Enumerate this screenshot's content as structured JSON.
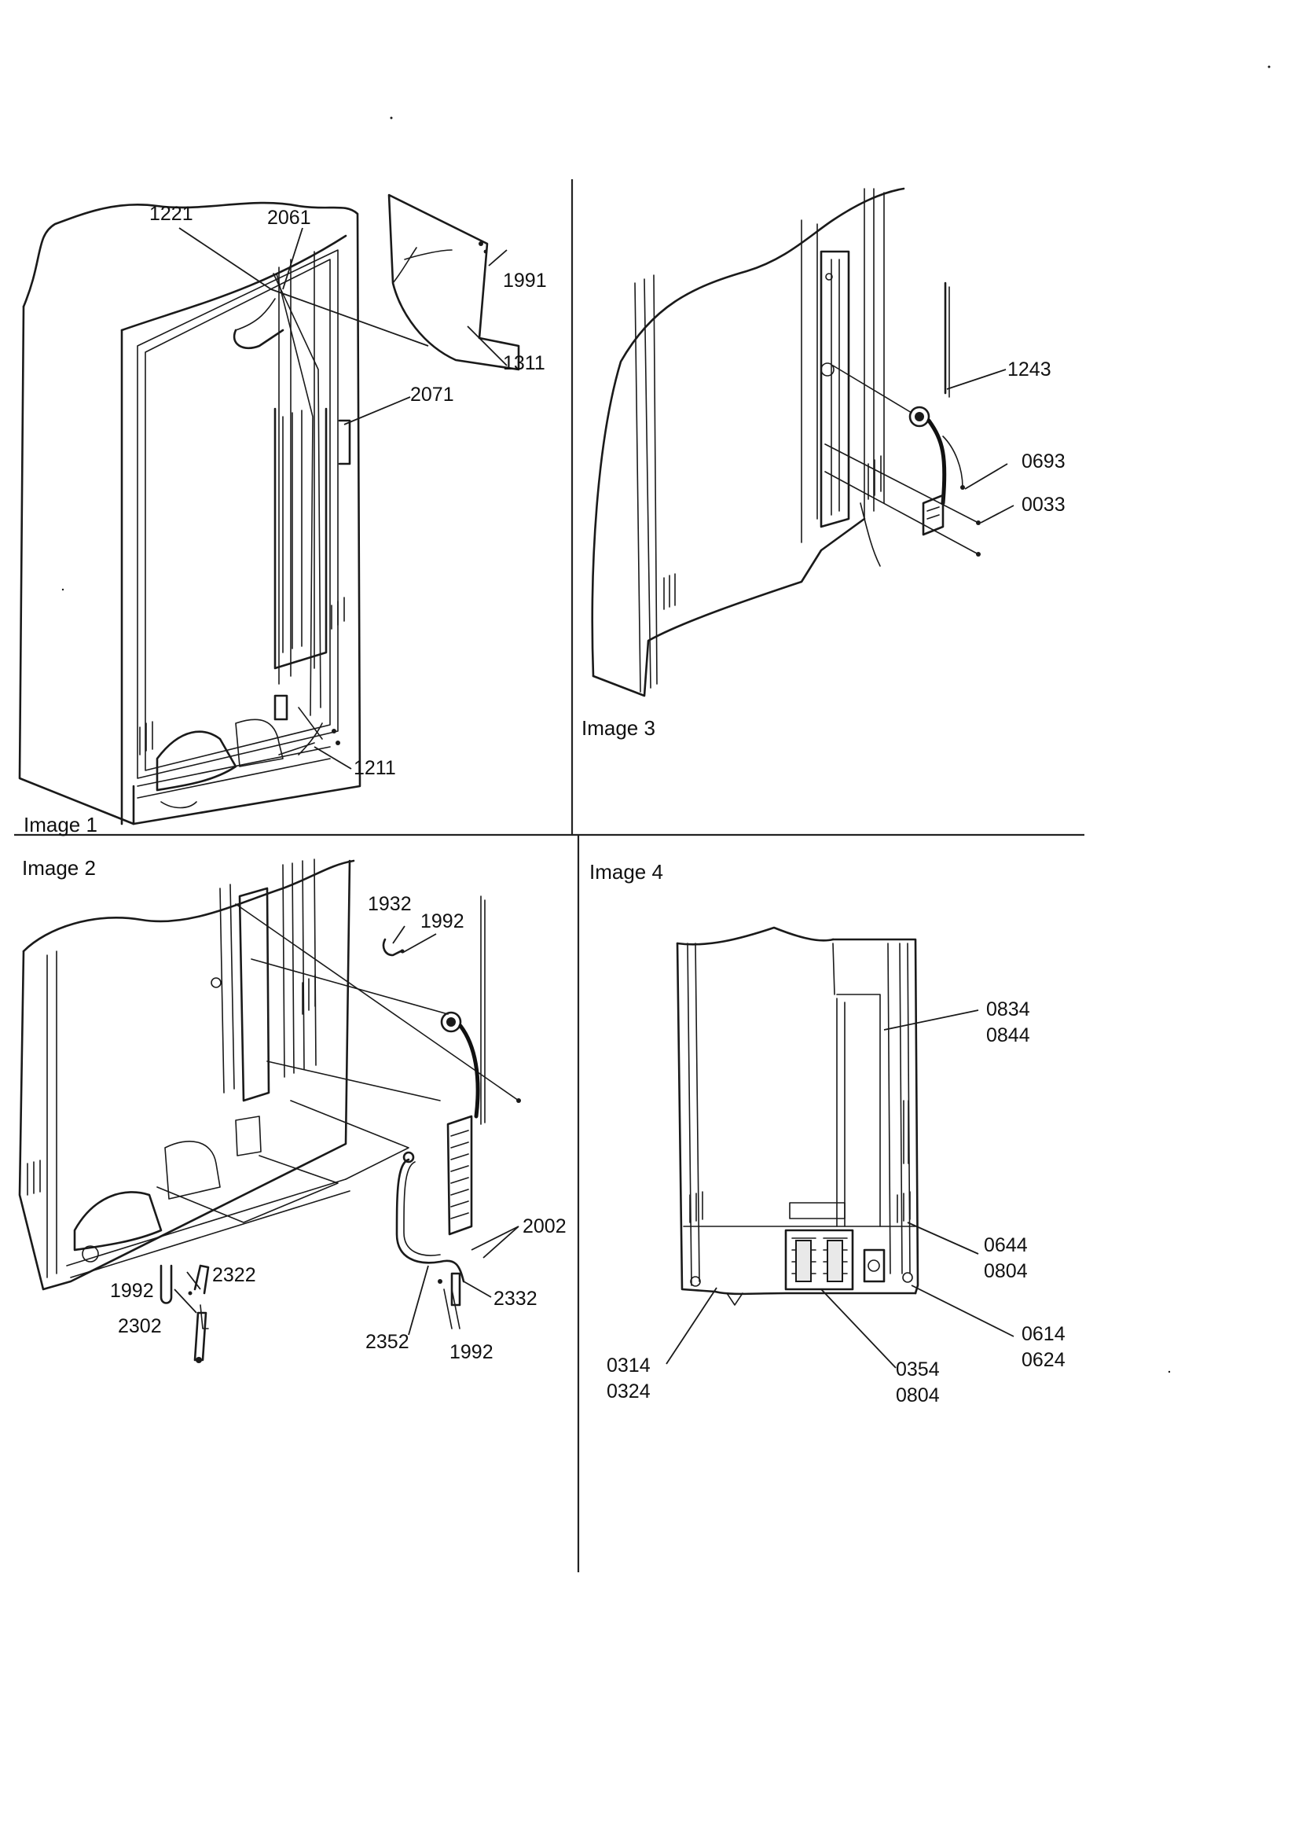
{
  "panels": {
    "image1": {
      "title": "Image 1",
      "callouts": {
        "p1221": "1221",
        "p2061": "2061",
        "p1991": "1991",
        "p1311": "1311",
        "p2071": "2071",
        "p1211": "1211"
      }
    },
    "image2": {
      "title": "Image 2",
      "callouts": {
        "p1932": "1932",
        "p1992a": "1992",
        "p2002": "2002",
        "p1992b": "1992",
        "p2322": "2322",
        "p2302": "2302",
        "p2352": "2352",
        "p2332": "2332",
        "p1992c": "1992"
      }
    },
    "image3": {
      "title": "Image 3",
      "callouts": {
        "p1243": "1243",
        "p0693": "0693",
        "p0033": "0033"
      }
    },
    "image4": {
      "title": "Image 4",
      "callouts": {
        "p0834": "0834",
        "p0844": "0844",
        "p0644": "0644",
        "p0804a": "0804",
        "p0614": "0614",
        "p0624": "0624",
        "p0314": "0314",
        "p0324": "0324",
        "p0354": "0354",
        "p0804b": "0804"
      }
    }
  }
}
